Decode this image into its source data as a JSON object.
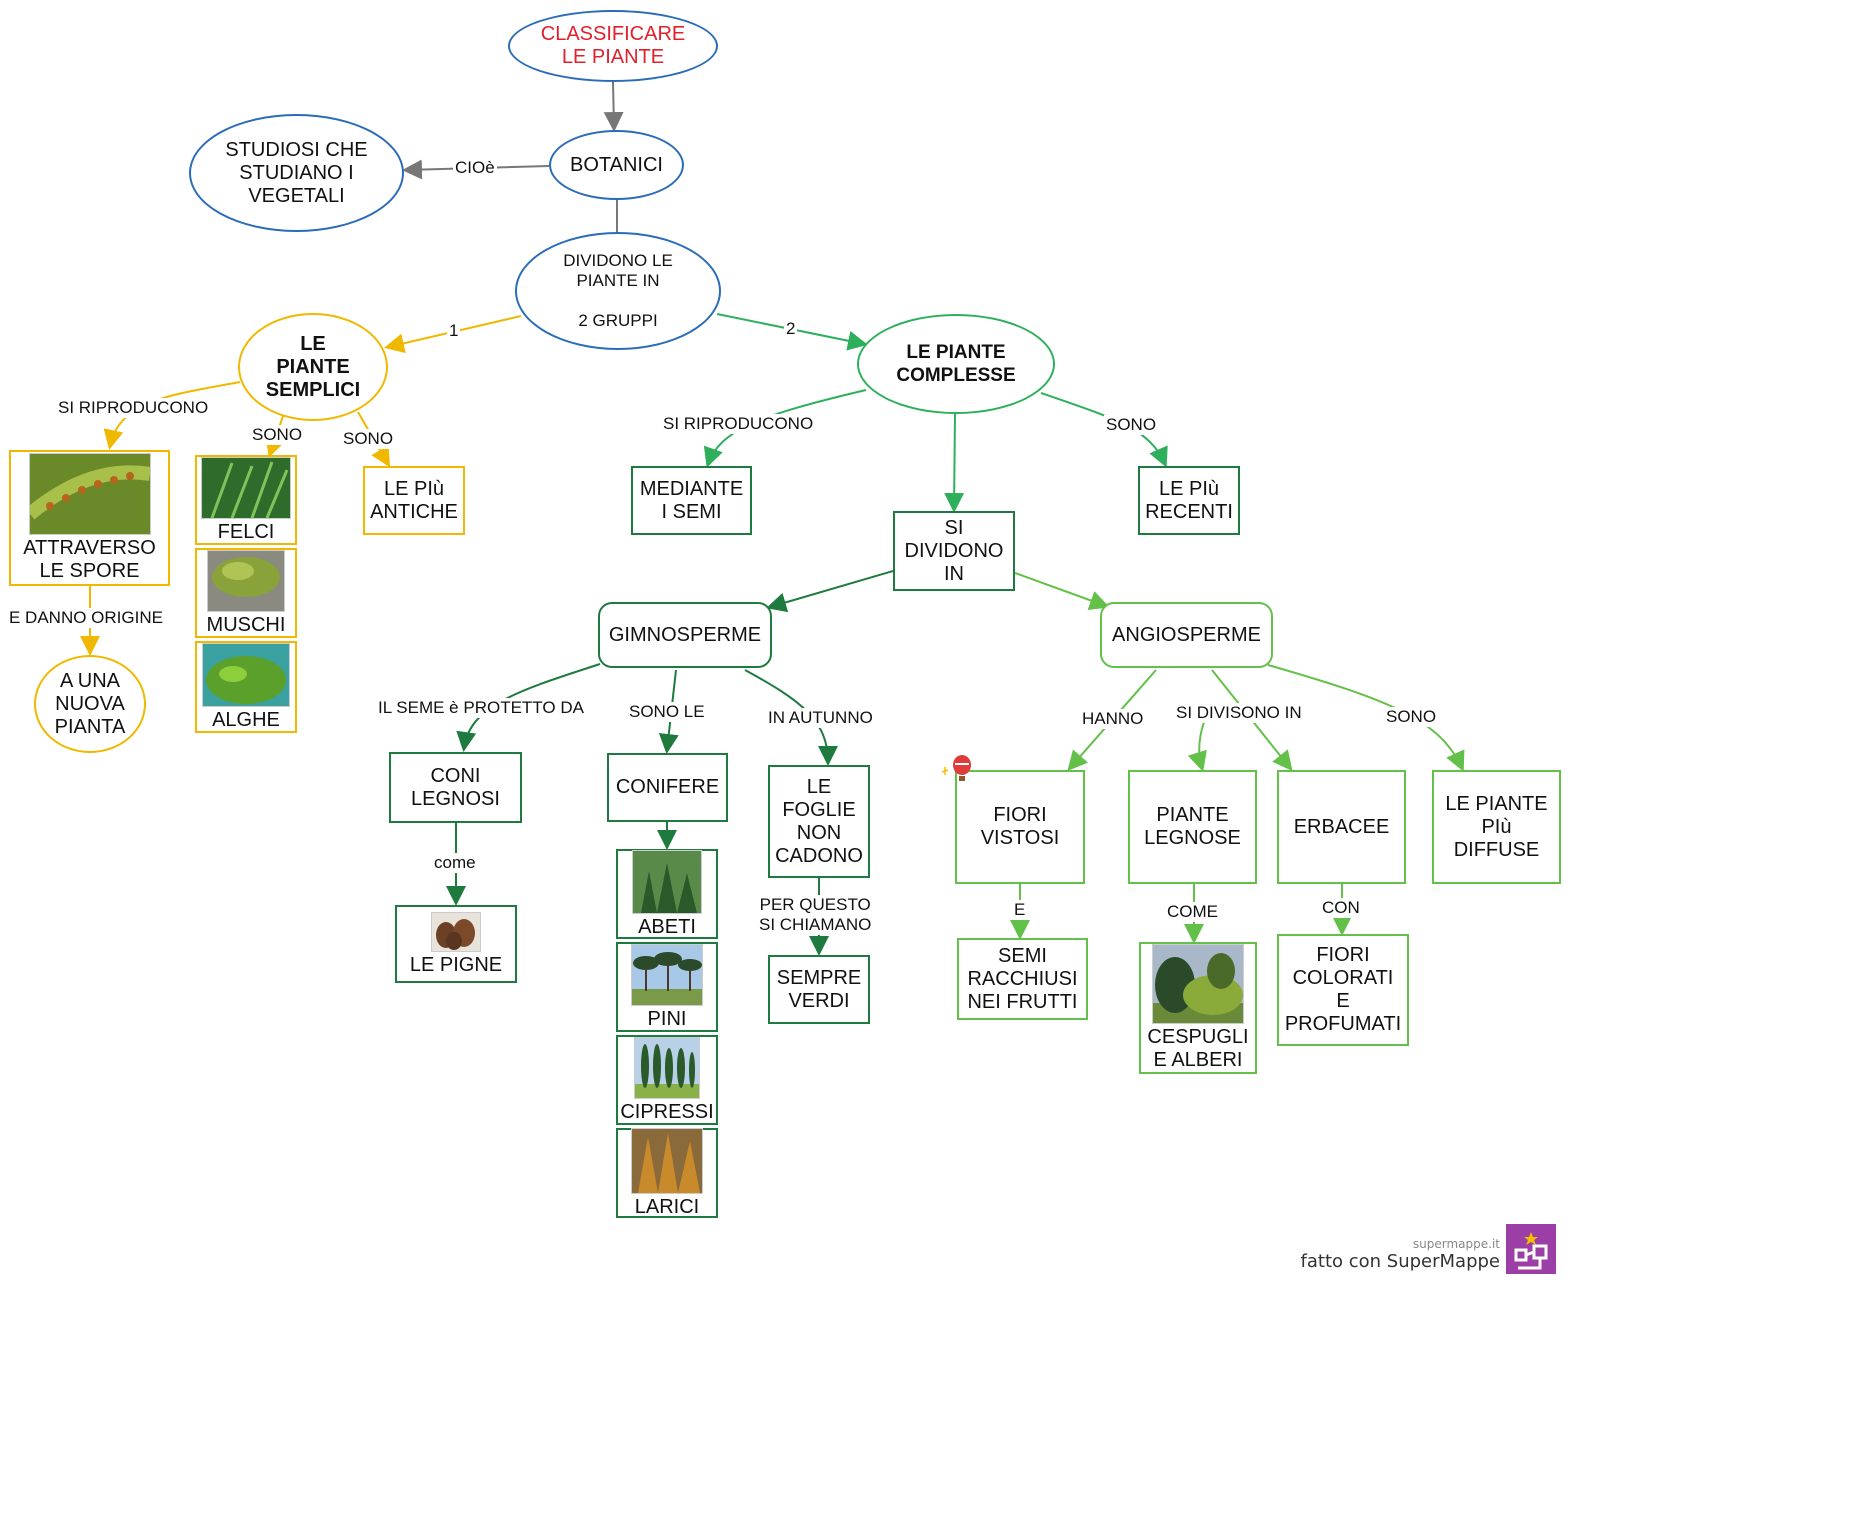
{
  "nodes": {
    "classificare": "CLASSIFICARE\nLE PIANTE",
    "botanici": "BOTANICI",
    "studiosi": "STUDIOSI CHE\nSTUDIANO I\nVEGETALI",
    "dividono": "DIVIDONO LE\nPIANTE IN\n\n2 GRUPPI",
    "semplici": "LE\nPIANTE\nSEMPLICI",
    "complesse": "LE  PIANTE\nCOMPLESSE",
    "attraverso_spore": "ATTRAVERSO\nLE SPORE",
    "nuova_pianta": "A UNA\nNUOVA\nPIANTA",
    "felci": "FELCI",
    "muschi": "MUSCHI",
    "alghe": "ALGHE",
    "piu_antiche": "LE PIù\nANTICHE",
    "mediante_semi": "MEDIANTE\nI SEMI",
    "si_dividono": "SI\nDIVIDONO\nIN",
    "piu_recenti": "LE PIù\nRECENTI",
    "gimnosperme": "GIMNOSPERME",
    "angiosperme": "ANGIOSPERME",
    "coni_legnosi": "CONI\nLEGNOSI",
    "le_pigne": "LE PIGNE",
    "conifere": "CONIFERE",
    "abeti": "ABETI",
    "pini": "PINI",
    "cipressi": "CIPRESSI",
    "larici": "LARICI",
    "foglie_non_cadono": "LE\nFOGLIE\nNON\nCADONO",
    "sempre_verdi": "SEMPRE\nVERDI",
    "fiori_vistosi": "FIORI\nVISTOSI",
    "semi_racchiusi": "SEMI\nRACCHIUSI\nNEI FRUTTI",
    "piante_legnose": "PIANTE\nLEGNOSE",
    "cespugli_alberi": "CESPUGLI\nE ALBERI",
    "erbacee": "ERBACEE",
    "fiori_colorati": "FIORI\nCOLORATI\nE\nPROFUMATI",
    "piante_piu_diffuse": "LE PIANTE\nPIù\nDIFFUSE"
  },
  "labels": {
    "cioe": "CIOè",
    "one": "1",
    "two": "2",
    "si_riproducono_semplici": "SI RIPRODUCONO",
    "sono_felci": "SONO",
    "sono_antiche": "SONO",
    "danno_origine": "E DANNO ORIGINE",
    "si_riproducono_complesse": "SI RIPRODUCONO",
    "sono_recenti": "SONO",
    "seme_protetto": "IL SEME è PROTETTO DA",
    "sono_le": "SONO LE",
    "in_autunno": "IN AUTUNNO",
    "come_pigne": "come",
    "per_questo": "PER QUESTO\nSI CHIAMANO",
    "hanno": "HANNO",
    "si_divisono_in": "SI DIVISONO IN",
    "sono_diffuse": "SONO",
    "e": "E",
    "come_cespugli": "COME",
    "con": "CON"
  },
  "footer": {
    "url": "supermappe.it",
    "made_with": "fatto con SuperMappe"
  },
  "colors": {
    "blue": "#2b6cb8",
    "yellow": "#f0b800",
    "green": "#2eaf5c",
    "dark_green": "#1e7a3e",
    "light_green": "#63c14a",
    "gray": "#777777",
    "title_red": "#e0202a"
  }
}
